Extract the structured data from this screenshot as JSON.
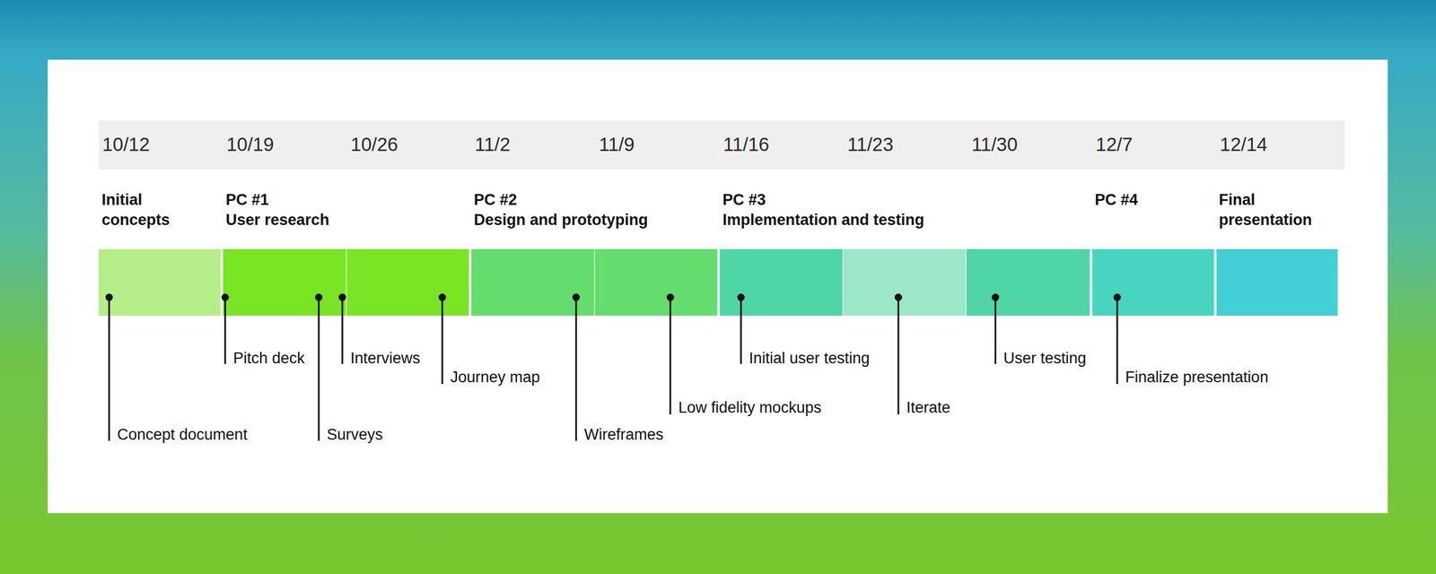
{
  "diagram": {
    "nodes": [
      {
        "text": [
          "10/12"
        ]
      },
      {
        "text": [
          "10/19"
        ]
      },
      {
        "text": [
          "10/26"
        ]
      },
      {
        "text": [
          "11/2"
        ]
      },
      {
        "text": [
          "11/9"
        ]
      },
      {
        "text": [
          "11/16"
        ]
      },
      {
        "text": [
          "11/23"
        ]
      },
      {
        "text": [
          "11/30"
        ]
      },
      {
        "text": [
          "12/7"
        ]
      },
      {
        "text": [
          "12/14"
        ]
      }
    ],
    "labels": [
      "Initial concepts",
      "PC #1",
      "User research",
      "PC #2",
      "Design and prototyping",
      "PC #3",
      "Implementation and testing",
      "PC #4",
      "Final presentation",
      "Concept document",
      "Pitch deck",
      "Surveys",
      "Interviews",
      "Journey map",
      "Wireframes",
      "Low fidelity mockups",
      "Initial user testing",
      "Iterate",
      "User testing",
      "Finalize presentation"
    ]
  }
}
